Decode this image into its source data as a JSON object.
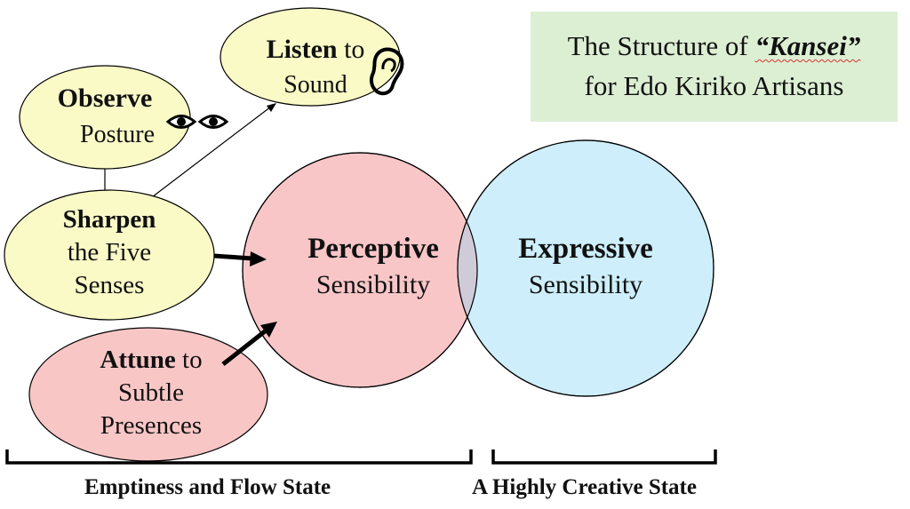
{
  "title": {
    "line1_pre": "The Structure of ",
    "line1_term": "“Kansei”",
    "line2": "for Edo Kiriko Artisans"
  },
  "nodes": {
    "observe": {
      "bold": "Observe",
      "rest": "Posture",
      "icon": "eyes-icon"
    },
    "listen": {
      "bold": "Listen",
      "rest_inline": " to",
      "rest": "Sound",
      "icon": "ear-icon"
    },
    "sharpen": {
      "bold": "Sharpen",
      "line2": "the Five",
      "line3": "Senses"
    },
    "attune": {
      "bold": "Attune",
      "rest_inline": " to",
      "line2": "Subtle",
      "line3": "Presences"
    },
    "perceptive": {
      "bold": "Perceptive",
      "rest": "Sensibility"
    },
    "expressive": {
      "bold": "Expressive",
      "rest": "Sensibility"
    }
  },
  "brackets": {
    "left_label": "Emptiness and Flow State",
    "right_label": "A Highly Creative State"
  },
  "colors": {
    "yellow_node": "#fafac7",
    "pink_node": "#f9c6c6",
    "perceptive_fill": "#f9c6c8",
    "expressive_fill": "#cdeefa",
    "overlap_fill": "#cfcbd9",
    "title_bg": "#dcefd3"
  }
}
